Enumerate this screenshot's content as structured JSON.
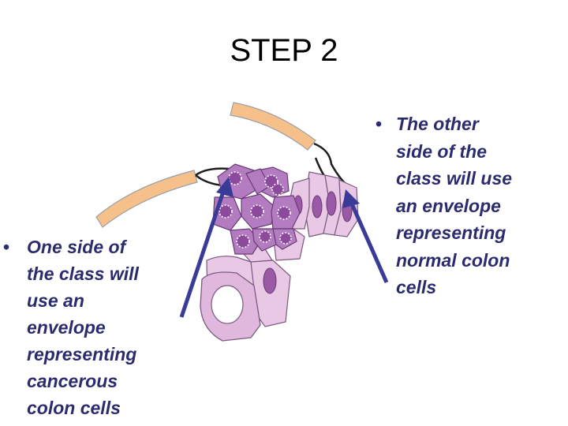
{
  "slide": {
    "title": "STEP 2"
  },
  "left_bullet": {
    "marker": "•",
    "lines": [
      "One side of",
      "the class will",
      "use an",
      "envelope",
      "representing",
      "cancerous",
      "colon cells"
    ]
  },
  "right_bullet": {
    "marker": "•",
    "lines": [
      "The other",
      "side of the",
      "class will use",
      "an envelope",
      "representing",
      "normal colon",
      "cells"
    ]
  },
  "colors": {
    "text": "#2b2b6e",
    "arrow": "#3a3a98",
    "tissue_band": "#f6c08a",
    "cancer_cell": "#a66ab4",
    "normal_cell": "#e8c8e4"
  }
}
